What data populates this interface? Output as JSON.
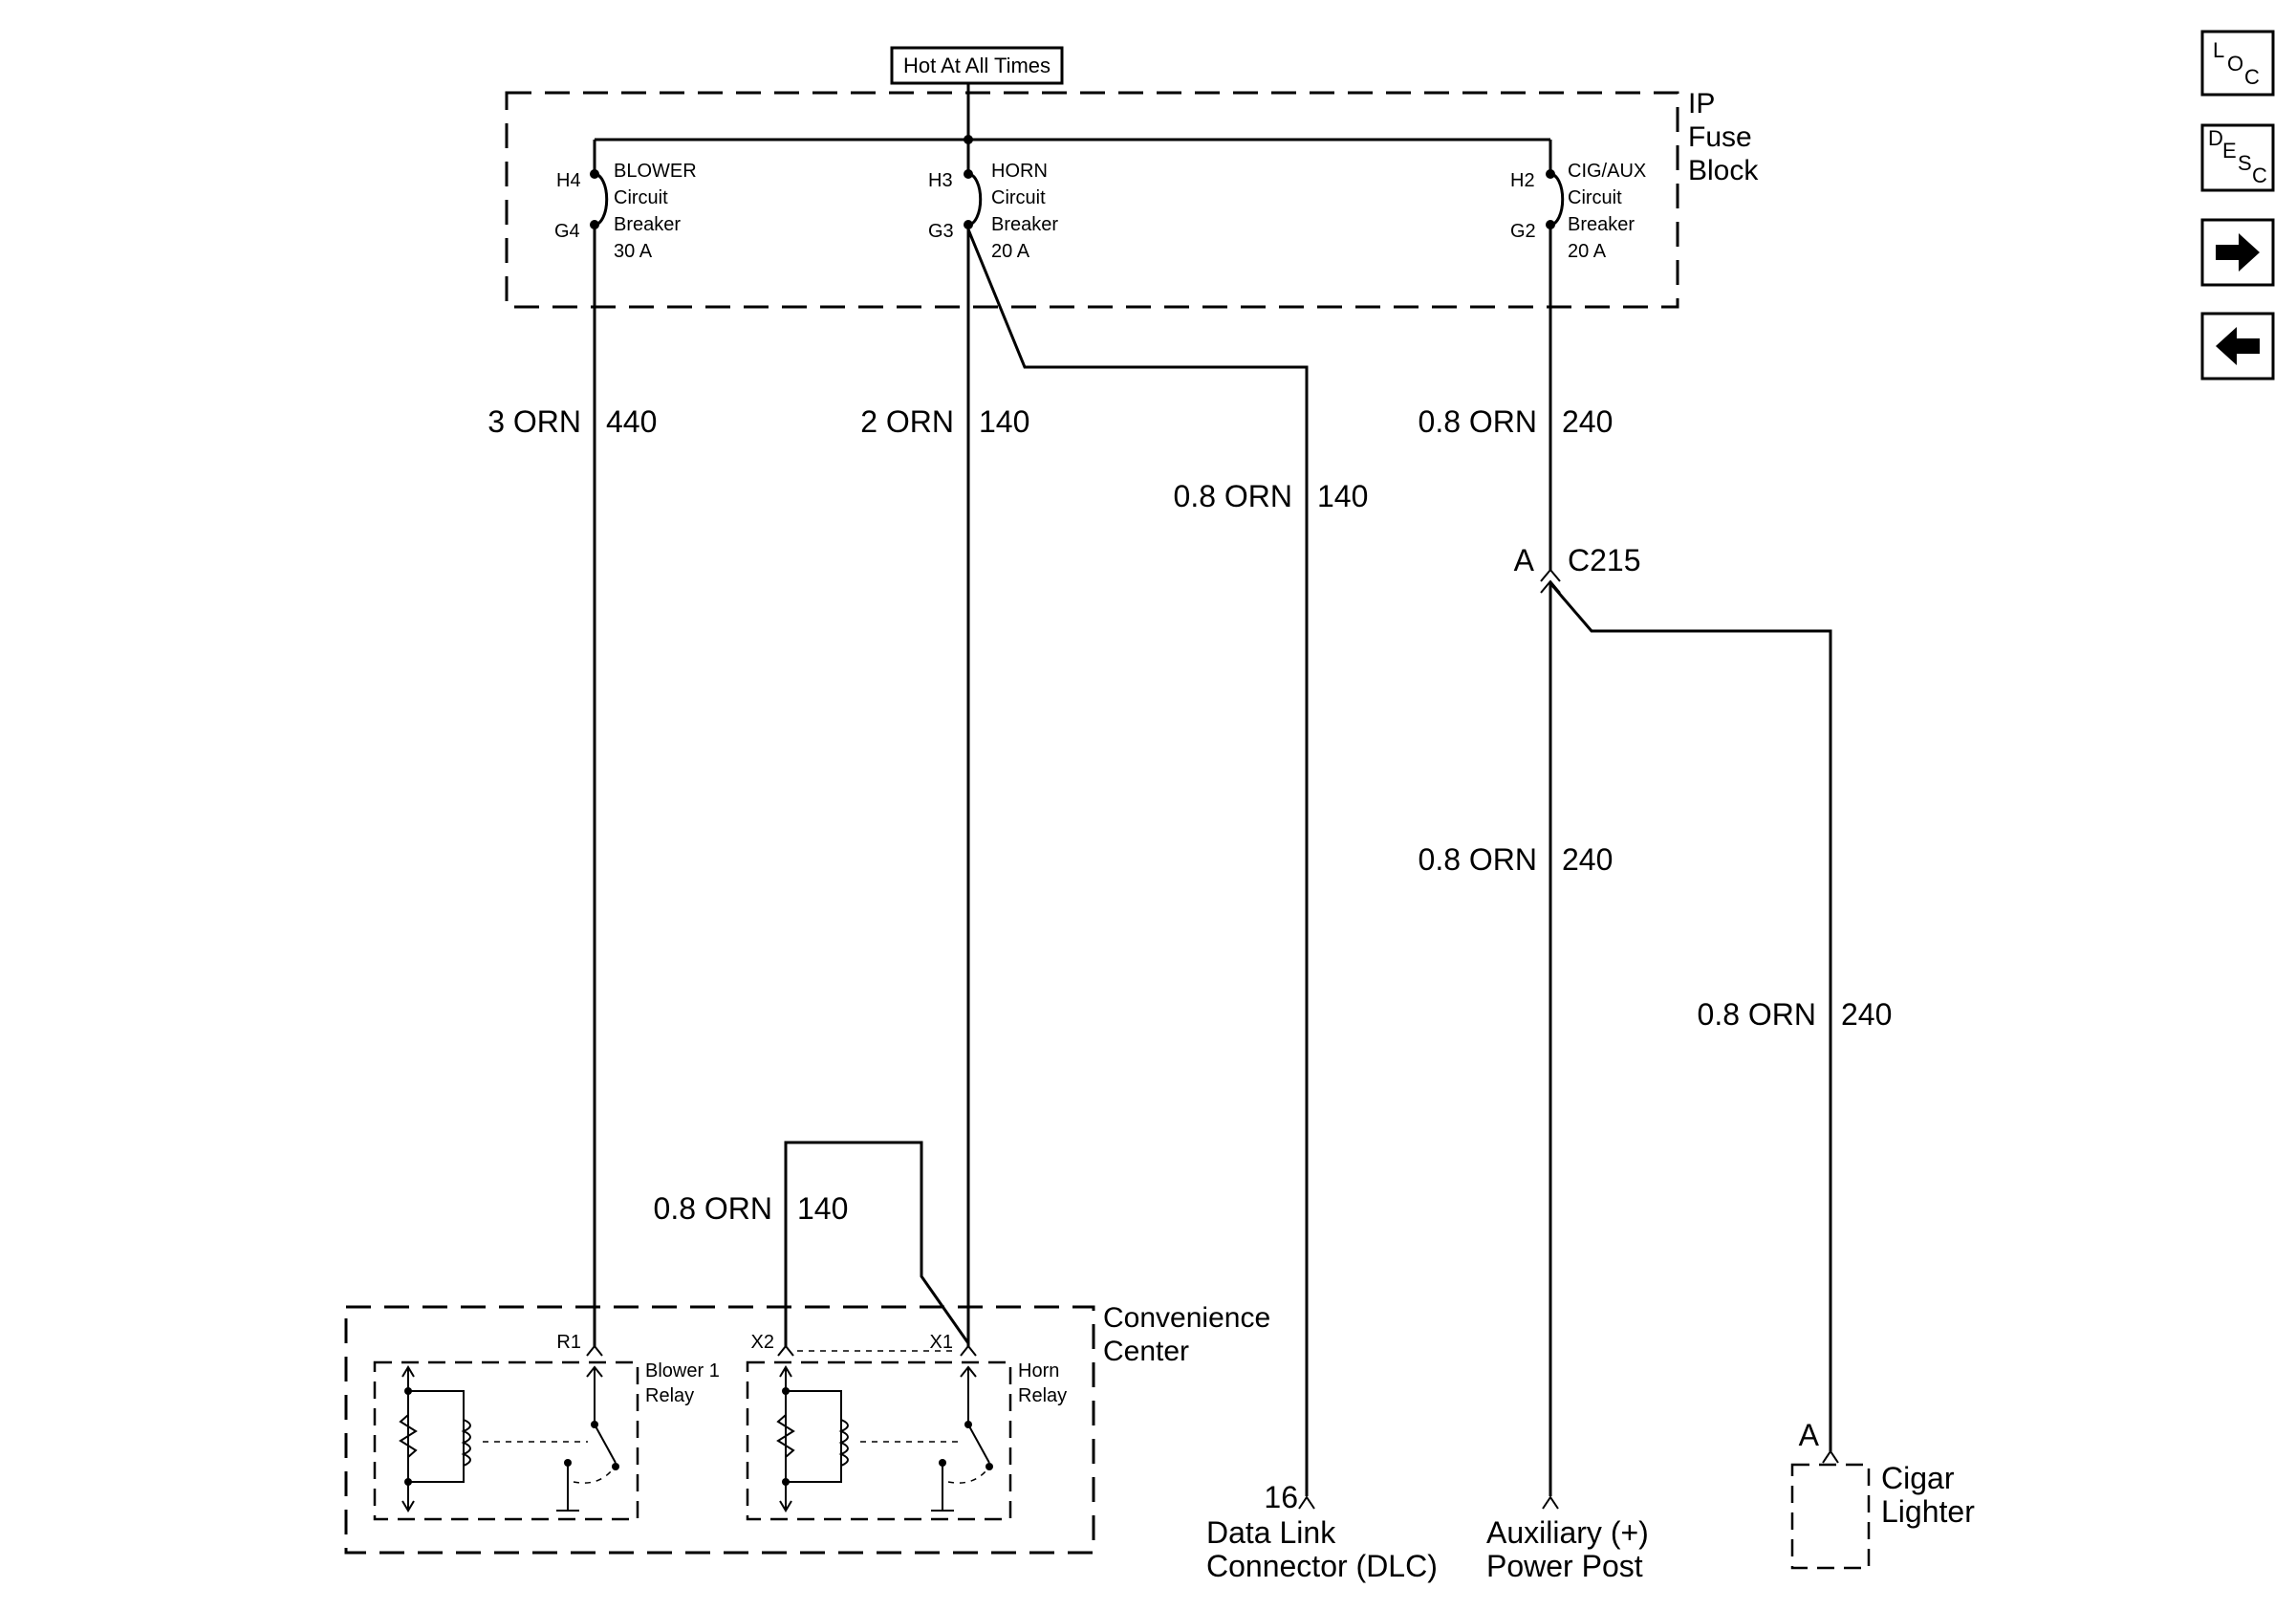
{
  "header": {
    "hot_label": "Hot At All Times"
  },
  "fuse_block": {
    "label_line1": "IP",
    "label_line2": "Fuse",
    "label_line3": "Block",
    "breakers": [
      {
        "top_pin": "H4",
        "bottom_pin": "G4",
        "name": "BLOWER",
        "line2": "Circuit",
        "line3": "Breaker",
        "rating": "30 A"
      },
      {
        "top_pin": "H3",
        "bottom_pin": "G3",
        "name": "HORN",
        "line2": "Circuit",
        "line3": "Breaker",
        "rating": "20 A"
      },
      {
        "top_pin": "H2",
        "bottom_pin": "G2",
        "name": "CIG/AUX",
        "line2": "Circuit",
        "line3": "Breaker",
        "rating": "20 A"
      }
    ]
  },
  "wires": {
    "blower": {
      "gauge_color": "3 ORN",
      "circuit": "440"
    },
    "horn": {
      "gauge_color": "2 ORN",
      "circuit": "140"
    },
    "dlc": {
      "gauge_color": "0.8 ORN",
      "circuit": "140"
    },
    "cig_aux": {
      "gauge_color": "0.8 ORN",
      "circuit": "240"
    },
    "aux_post": {
      "gauge_color": "0.8 ORN",
      "circuit": "240"
    },
    "cigar": {
      "gauge_color": "0.8 ORN",
      "circuit": "240"
    },
    "horn_relay_feed": {
      "gauge_color": "0.8 ORN",
      "circuit": "140"
    }
  },
  "connector_c215": {
    "pin": "A",
    "name": "C215"
  },
  "convenience_center": {
    "label_line1": "Convenience",
    "label_line2": "Center",
    "pins": {
      "r1": "R1",
      "x2": "X2",
      "x1": "X1"
    },
    "blower_relay": {
      "line1": "Blower 1",
      "line2": "Relay"
    },
    "horn_relay": {
      "line1": "Horn",
      "line2": "Relay"
    }
  },
  "dlc": {
    "pin": "16",
    "line1": "Data Link",
    "line2": "Connector (DLC)"
  },
  "aux_post": {
    "line1": "Auxiliary (+)",
    "line2": "Power Post"
  },
  "cigar_lighter": {
    "pin": "A",
    "line1": "Cigar",
    "line2": "Lighter"
  },
  "nav": {
    "loc": {
      "l1": "L",
      "l2": "O",
      "l3": "C"
    },
    "desc": {
      "l1": "D",
      "l2": "E",
      "l3": "S",
      "l4": "C"
    }
  }
}
